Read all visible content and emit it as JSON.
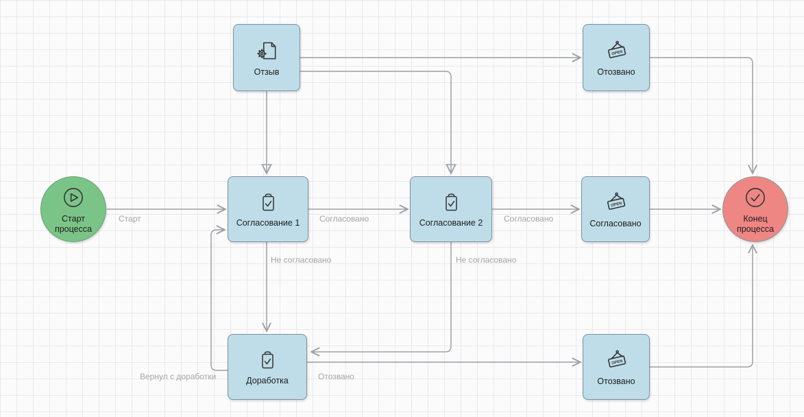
{
  "nodes": {
    "start": {
      "label": "Старт процесса"
    },
    "otzyv": {
      "label": "Отзыв"
    },
    "soglasovanie1": {
      "label": "Согласование 1"
    },
    "soglasovanie2": {
      "label": "Согласование 2"
    },
    "otozvano_top": {
      "label": "Отозвано"
    },
    "soglasovano": {
      "label": "Согласовано"
    },
    "dorabotka": {
      "label": "Доработка"
    },
    "otozvano_bottom": {
      "label": "Отозвано"
    },
    "end": {
      "label": "Конец процесса"
    }
  },
  "edge_labels": {
    "start": "Старт",
    "approve1": "Согласовано",
    "approve2": "Согласовано",
    "reject1": "Не согласовано",
    "reject2": "Не согласовано",
    "returned": "Вернул с доработки",
    "withdrawn": "Отозвано"
  },
  "icons": {
    "open_sign_text": "OPEN",
    "names": [
      "play-circle-icon",
      "document-gear-icon",
      "clipboard-check-icon",
      "open-sign-icon",
      "check-circle-icon"
    ]
  },
  "colors": {
    "task_fill": "#bedde9",
    "task_border": "#7e909c",
    "start_fill": "#7bc487",
    "end_fill": "#ee8684",
    "edge": "#9ca0a4",
    "edge_label_text": "#a4a4a4",
    "grid": "#e9e9e9",
    "background": "#fbfbfb"
  }
}
